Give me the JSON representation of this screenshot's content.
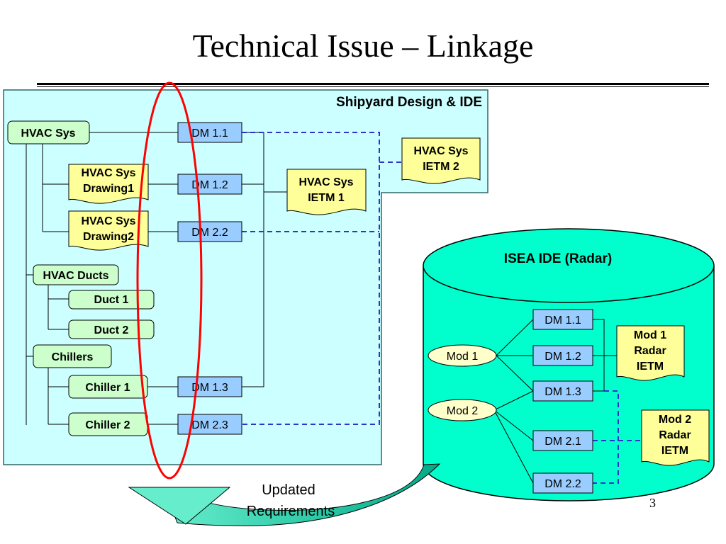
{
  "title": "Technical Issue – Linkage",
  "shipyard": {
    "label": "Shipyard Design & IDE",
    "hvac_sys": "HVAC Sys",
    "drawing1": [
      "HVAC Sys",
      "Drawing1"
    ],
    "drawing2": [
      "HVAC Sys",
      "Drawing2"
    ],
    "hvac_ducts": "HVAC Ducts",
    "duct1": "Duct 1",
    "duct2": "Duct 2",
    "chillers": "Chillers",
    "chiller1": "Chiller 1",
    "chiller2": "Chiller 2",
    "dm": [
      "DM 1.1",
      "DM 1.2",
      "DM 2.2",
      "DM 1.3",
      "DM 2.3"
    ],
    "ietm1": [
      "HVAC Sys",
      "IETM 1"
    ],
    "ietm2": [
      "HVAC Sys",
      "IETM 2"
    ]
  },
  "isea": {
    "label": "ISEA IDE (Radar)",
    "mod1": "Mod 1",
    "mod2": "Mod 2",
    "dm": [
      "DM 1.1",
      "DM 1.2",
      "DM 1.3",
      "DM 2.1",
      "DM 2.2"
    ],
    "mod1_ietm": [
      "Mod 1",
      "Radar",
      "IETM"
    ],
    "mod2_ietm": [
      "Mod 2",
      "Radar",
      "IETM"
    ]
  },
  "arrow_label": [
    "Updated",
    "Requirements"
  ],
  "page_number": "3",
  "colors": {
    "panel": "#ccffff",
    "cylinder": "#00ffcc",
    "green_box": "#ccffcc",
    "blue_box": "#99ccff",
    "doc": "#ffff99",
    "mod": "#ffffcc",
    "link_dashed": "#3333cc",
    "highlight": "#ff0000"
  }
}
